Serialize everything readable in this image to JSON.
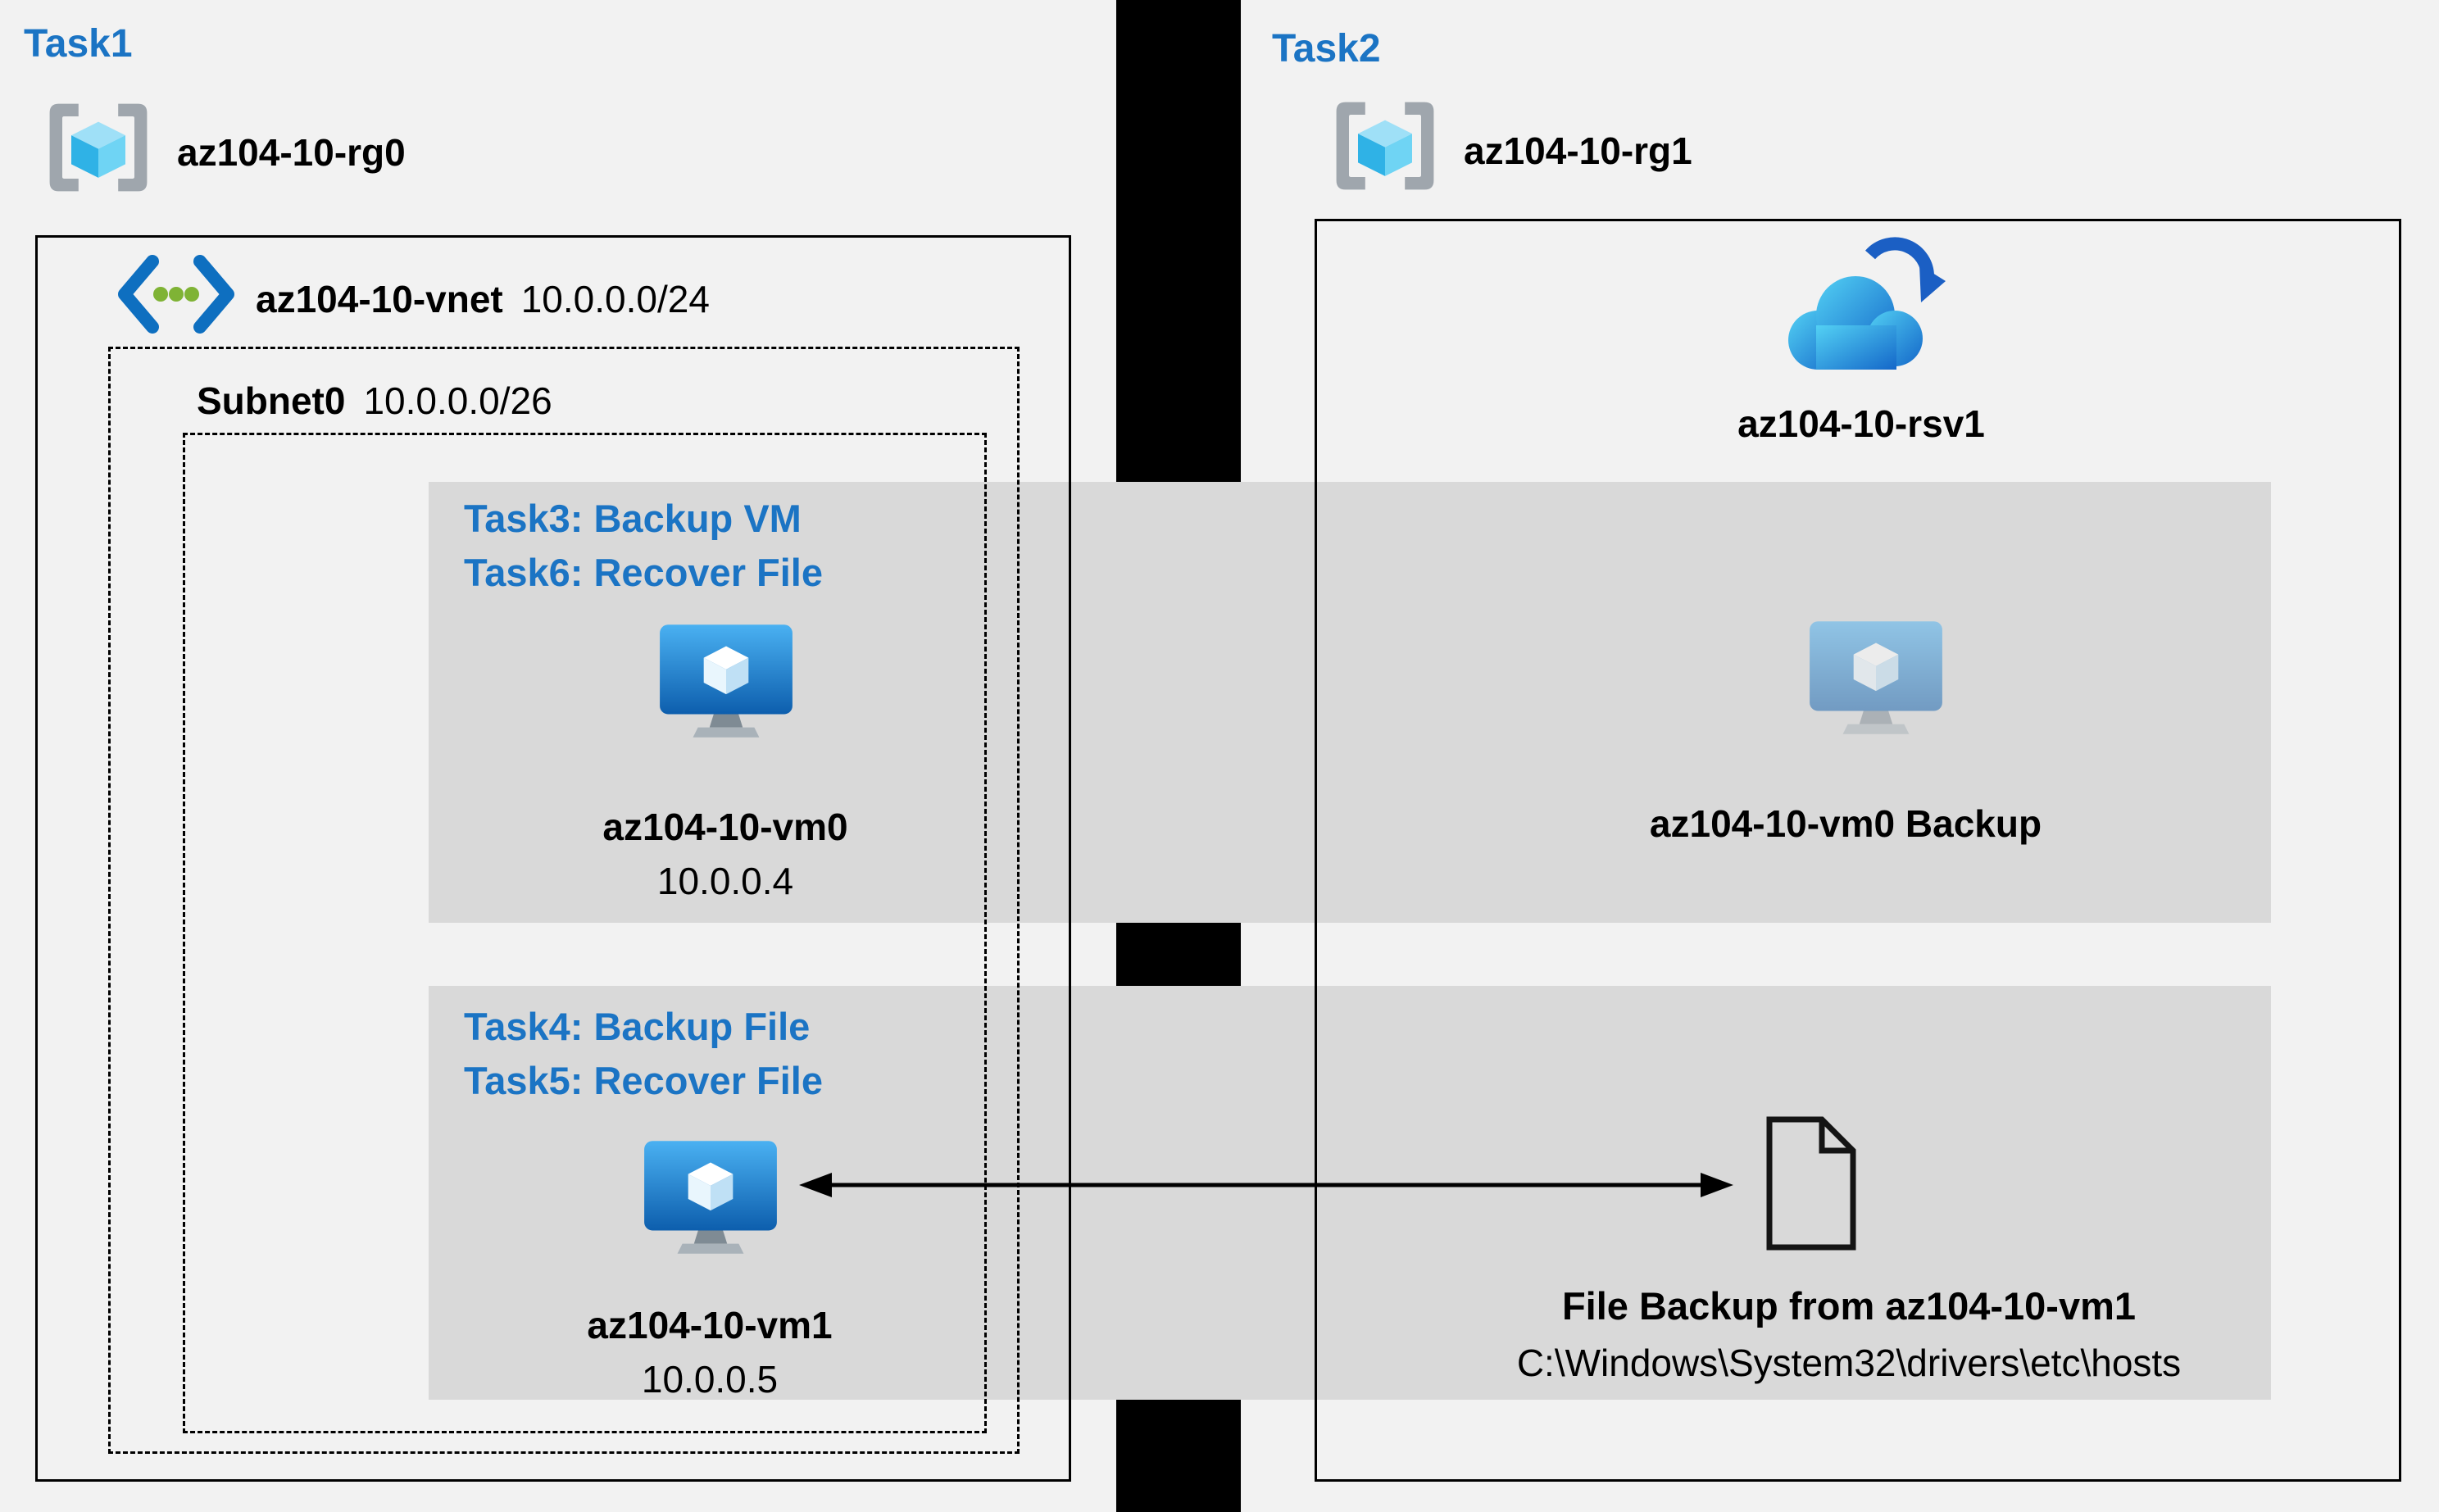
{
  "colors": {
    "background": "#f2f2f2",
    "band": "#d9d9d9",
    "divider": "#000000",
    "task_text": "#1b74c4",
    "azure_blue": "#1777cf",
    "green_dot": "#7fb335"
  },
  "task1": {
    "label": "Task1",
    "resource_group": "az104-10-rg0",
    "vnet": {
      "name": "az104-10-vnet",
      "cidr": "10.0.0.0/24"
    },
    "subnet": {
      "name": "Subnet0",
      "cidr": "10.0.0.0/26"
    },
    "vm0": {
      "tasks": [
        "Task3: Backup VM",
        "Task6: Recover File"
      ],
      "name": "az104-10-vm0",
      "ip": "10.0.0.4"
    },
    "vm1": {
      "tasks": [
        "Task4: Backup File",
        "Task5: Recover File"
      ],
      "name": "az104-10-vm1",
      "ip": "10.0.0.5"
    }
  },
  "task2": {
    "label": "Task2",
    "resource_group": "az104-10-rg1",
    "vault_name": "az104-10-rsv1",
    "vm_backup_label": "az104-10-vm0 Backup",
    "file_backup": {
      "title": "File Backup from az104-10-vm1",
      "path": "C:\\Windows\\System32\\drivers\\etc\\hosts"
    }
  }
}
